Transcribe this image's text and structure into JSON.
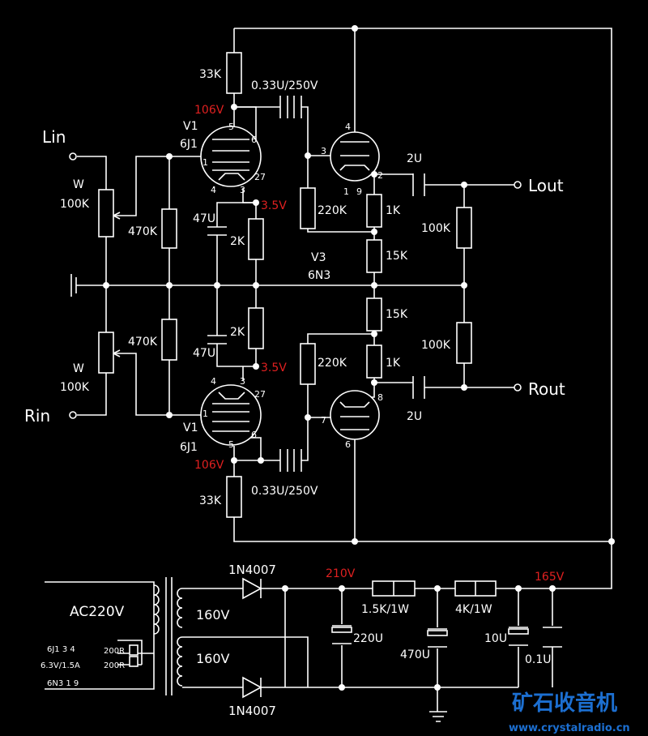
{
  "labels": {
    "lin": "Lin",
    "rin": "Rin",
    "lout": "Lout",
    "rout": "Rout",
    "w_top": "W",
    "w_bot": "W",
    "pot_top": "100K",
    "pot_bot": "100K",
    "r470_top": "470K",
    "r470_bot": "470K",
    "r33k_top": "33K",
    "r33k_bot": "33K",
    "cap_top": "0.33U/250V",
    "cap_bot": "0.33U/250V",
    "v1_top": "V1",
    "v1_top_type": "6J1",
    "v1_bot": "V1",
    "v1_bot_type": "6J1",
    "v3": "V3",
    "v3_type": "6N3",
    "c47u_top": "47U",
    "c47u_bot": "47U",
    "r2k_top": "2K",
    "r2k_bot": "2K",
    "r220k_top": "220K",
    "r220k_bot": "220K",
    "r1k_top": "1K",
    "r1k_bot": "1K",
    "r15k_top": "15K",
    "r15k_bot": "15K",
    "c2u_top": "2U",
    "c2u_bot": "2U",
    "r100k_out_top": "100K",
    "r100k_out_bot": "100K",
    "ac": "AC220V",
    "sec_top": "160V",
    "sec_bot": "160V",
    "diode_top": "1N4007",
    "diode_bot": "1N4007",
    "r15k1w": "1.5K/1W",
    "r4k1w": "4K/1W",
    "c220u": "220U",
    "c470u": "470U",
    "c10u": "10U",
    "c01u": "0.1U",
    "heater_row1": "6J1  3  4",
    "heater_row2": "6.3V/1.5A",
    "heater_row3": "6N3  1  9",
    "r200_top": "200R",
    "r200_bot": "200R",
    "pin5_top": "5",
    "pin6_top": "6",
    "pin1_top": "1",
    "pin4_top": "4",
    "pin3_top": "3",
    "pin27_top": "27",
    "pin5_bot": "5",
    "pin6_bot": "6",
    "pin1_bot": "1",
    "pin4_bot": "4",
    "pin3_bot": "3",
    "pin27_bot": "27",
    "v3_pin4": "4",
    "v3_pin3": "3",
    "v3_pin1": "1",
    "v3_pin9": "9",
    "v3_pin2": "2",
    "v3_pin8": "8",
    "v3_pin7": "7",
    "v3_pin6": "6"
  },
  "voltages": {
    "v106_top": "106V",
    "v106_bot": "106V",
    "v35_top": "3.5V",
    "v35_bot": "3.5V",
    "v210": "210V",
    "v165": "165V"
  },
  "watermark": {
    "brand": "矿石收音机",
    "site": "www.crystalradio.cn"
  },
  "colors": {
    "background": "#000000",
    "wire": "#ffffff",
    "voltage_annotation": "#e02020",
    "watermark": "#1c6fd1"
  }
}
